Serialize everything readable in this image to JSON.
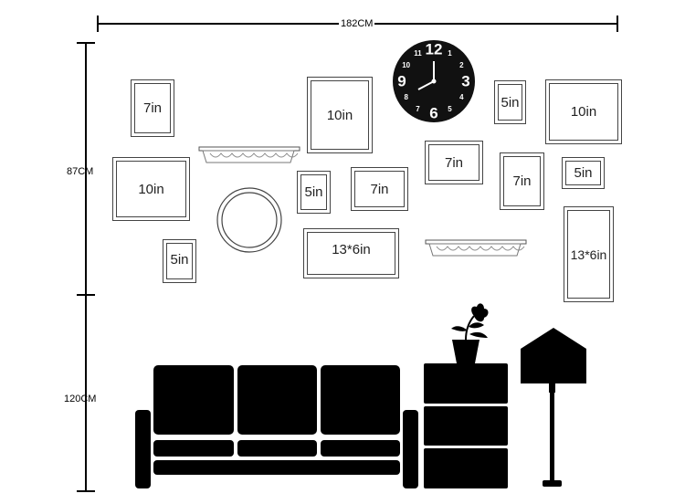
{
  "dimensions": {
    "width_label": "182CM",
    "upper_height_label": "87CM",
    "lower_height_label": "120CM"
  },
  "frames": [
    {
      "id": "a",
      "label": "7in"
    },
    {
      "id": "b",
      "label": "10in"
    },
    {
      "id": "c",
      "label": "5in"
    },
    {
      "id": "d",
      "label": "10in"
    },
    {
      "id": "e",
      "label": "5in"
    },
    {
      "id": "f",
      "label": "7in"
    },
    {
      "id": "g",
      "label": "13*6in"
    },
    {
      "id": "h",
      "label": "7in"
    },
    {
      "id": "i",
      "label": "5in"
    },
    {
      "id": "j",
      "label": "10in"
    },
    {
      "id": "k",
      "label": "7in"
    },
    {
      "id": "l",
      "label": "5in"
    },
    {
      "id": "m",
      "label": "13*6in"
    }
  ],
  "clock": {
    "numbers": [
      "12",
      "1",
      "2",
      "3",
      "4",
      "5",
      "6",
      "7",
      "8",
      "9",
      "10",
      "11"
    ]
  },
  "colors": {
    "furniture": "#000000",
    "frame_border": "#444444",
    "background": "#ffffff"
  }
}
